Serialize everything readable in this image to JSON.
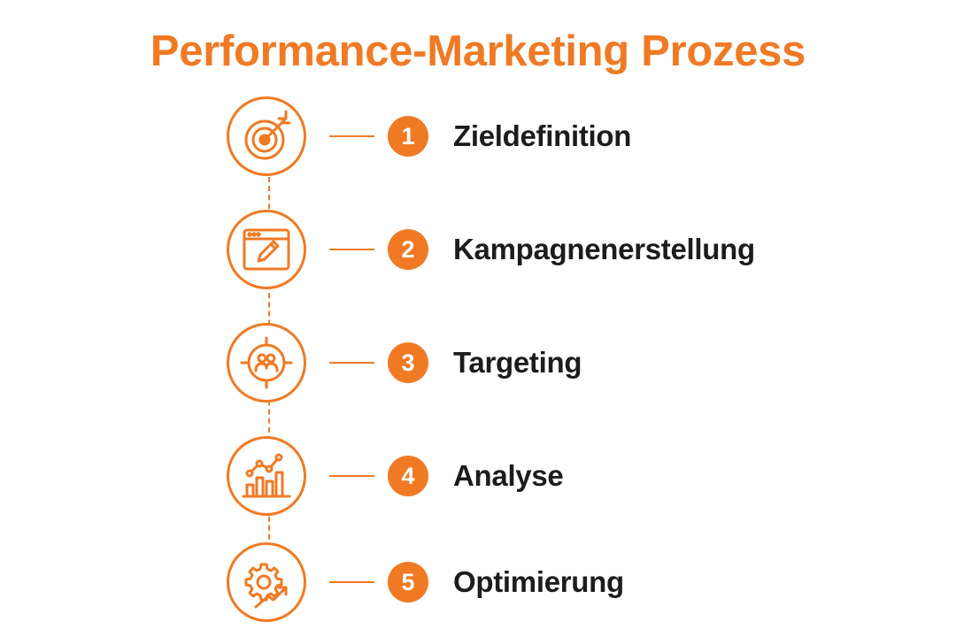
{
  "title": "Performance-Marketing Prozess",
  "accent_color": "#F07A24",
  "text_color": "#1c1c1c",
  "steps": [
    {
      "number": "1",
      "label": "Zieldefinition",
      "icon": "target-icon"
    },
    {
      "number": "2",
      "label": "Kampagnenerstellung",
      "icon": "browser-edit-icon"
    },
    {
      "number": "3",
      "label": "Targeting",
      "icon": "audience-crosshair-icon"
    },
    {
      "number": "4",
      "label": "Analyse",
      "icon": "bar-chart-trend-icon"
    },
    {
      "number": "5",
      "label": "Optimierung",
      "icon": "gear-growth-icon"
    }
  ]
}
